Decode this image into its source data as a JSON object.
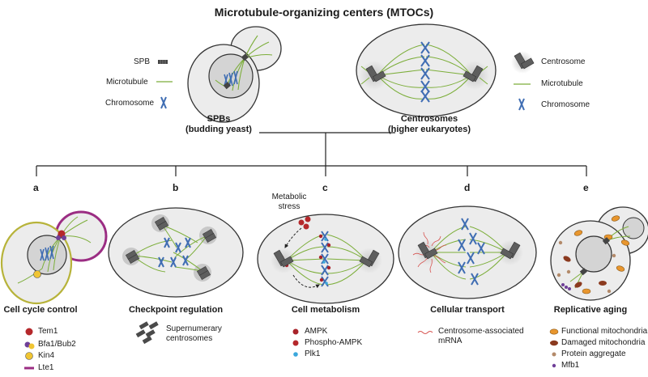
{
  "title": "Microtubule-organizing centers (MTOCs)",
  "left_legend": {
    "spb": "SPB",
    "microtubule": "Microtubule",
    "chromosome": "Chromosome"
  },
  "right_legend": {
    "centrosome": "Centrosome",
    "microtubule": "Microtubule",
    "chromosome": "Chromosome"
  },
  "spb_label": {
    "line1": "SPBs",
    "line2": "(budding yeast)"
  },
  "centrosome_label": {
    "line1": "Centrosomes",
    "line2": "(higher eukaryotes)"
  },
  "panels": [
    {
      "letter": "a",
      "title": "Cell cycle control",
      "legend": [
        "Tem1",
        "Bfa1/Bub2",
        "Kin4",
        "Lte1"
      ]
    },
    {
      "letter": "b",
      "title": "Checkpoint regulation",
      "legend": [
        "Supernumerary",
        "centrosomes"
      ]
    },
    {
      "letter": "c",
      "title": "Cell metabolism",
      "annotation": [
        "Metabolic",
        "stress"
      ],
      "legend": [
        "AMPK",
        "Phospho-AMPK",
        "Plk1"
      ]
    },
    {
      "letter": "d",
      "title": "Cellular transport",
      "legend": [
        "Centrosome-associated",
        "mRNA"
      ]
    },
    {
      "letter": "e",
      "title": "Replicative aging",
      "legend": [
        "Functional mitochondria",
        "Damaged mitochondria",
        "Protein aggregate",
        "Mfb1"
      ]
    }
  ],
  "colors": {
    "cell_fill": "#ececec",
    "nucleus_fill": "#d4d4d4",
    "outline": "#333333",
    "microtubule": "#7cae3a",
    "chromosome": "#3f6db3",
    "centrosome": "#606060",
    "tem1": "#b5282b",
    "kin4": "#f0c533",
    "lte1": "#9b2d83",
    "bfa1": "#6f3f98",
    "ampk": "#a8232a",
    "plk1": "#3aa7dc",
    "mrna": "#d6524f",
    "mito_functional": "#e8962e",
    "mito_damaged": "#8b3a1f",
    "aggregate": "#b38a6a"
  }
}
